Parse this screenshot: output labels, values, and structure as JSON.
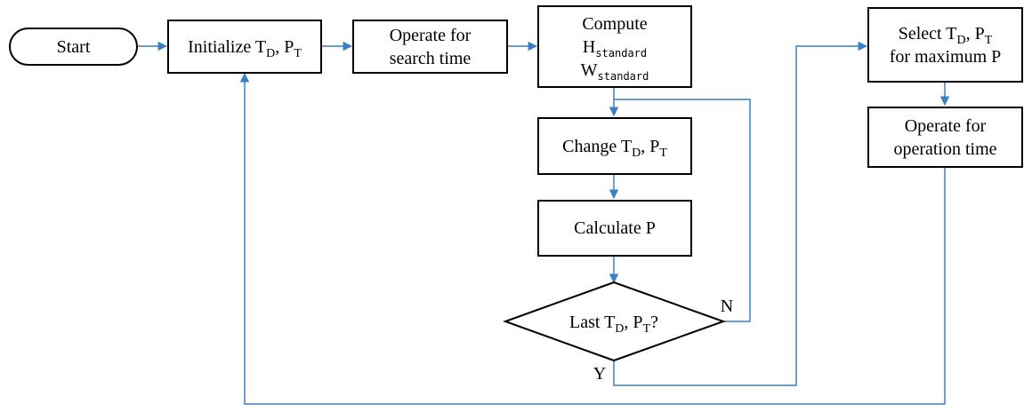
{
  "colors": {
    "edge": "#3a7fc4",
    "node_border": "#000000"
  },
  "nodes": {
    "start": {
      "label": "Start"
    },
    "initialize": {
      "text": "Initialize T",
      "sub1": "D",
      "mid": ", P",
      "sub2": "T"
    },
    "operate_search": {
      "line1": "Operate for",
      "line2": "search time"
    },
    "compute": {
      "line1": "Compute",
      "h": "H",
      "h_sub": "standard",
      "w": "W",
      "w_sub": "standard"
    },
    "change": {
      "text": "Change T",
      "sub1": "D",
      "mid": ", P",
      "sub2": "T"
    },
    "calculate": {
      "text": "Calculate P"
    },
    "decision": {
      "text": "Last T",
      "sub1": "D",
      "mid": ", P",
      "sub2": "T",
      "end": "?"
    },
    "select": {
      "line1a": "Select T",
      "sub1": "D",
      "mid": ", P",
      "sub2": "T",
      "line2": "for maximum P"
    },
    "operate_operation": {
      "line1": "Operate for",
      "line2": "operation time"
    }
  },
  "edge_labels": {
    "no": "N",
    "yes": "Y"
  }
}
